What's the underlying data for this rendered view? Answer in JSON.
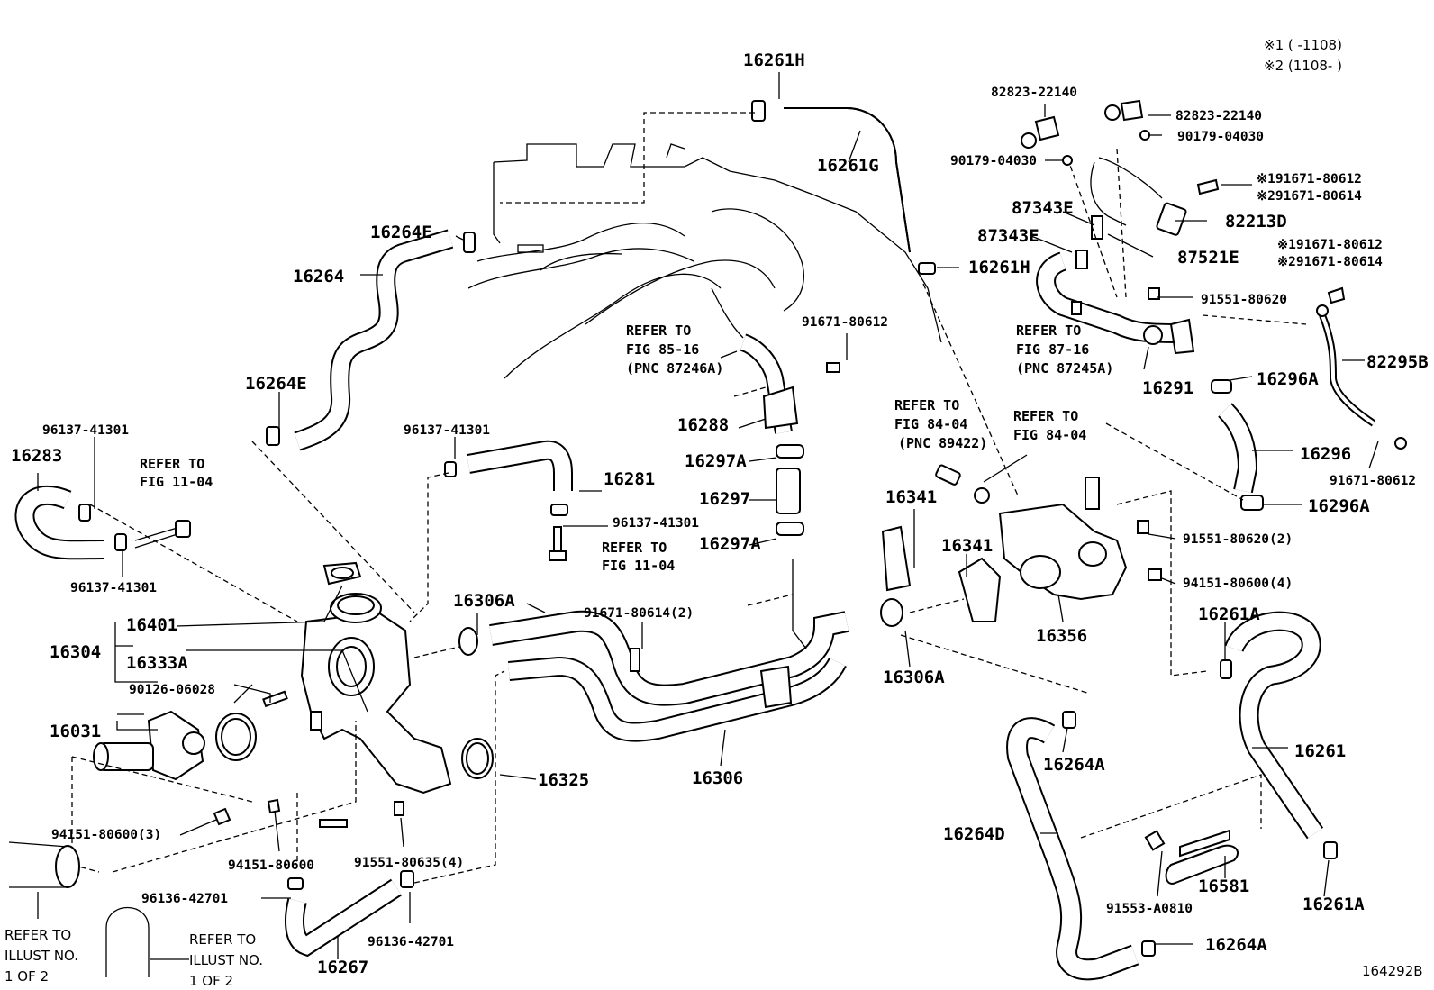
{
  "notes": {
    "note1": "※1 (    -1108)",
    "note2": "※2 (1108-    )"
  },
  "figure_id": "164292B",
  "labels": {
    "p16261H_top": "16261H",
    "p16261G": "16261G",
    "p16264E_top": "16264E",
    "p16264": "16264",
    "p16264E_mid": "16264E",
    "p16283": "16283",
    "p96137_a": "96137-41301",
    "p96137_b": "96137-41301",
    "p96137_c": "96137-41301",
    "p96137_d": "96137-41301",
    "p16281": "16281",
    "p16288": "16288",
    "p91671_80612_mid": "91671-80612",
    "p16297A_top": "16297A",
    "p16297": "16297",
    "p16297A_bot": "16297A",
    "p16306A_left": "16306A",
    "p91671_80614_2": "91671-80614(2)",
    "p16401": "16401",
    "p16304": "16304",
    "p16333A": "16333A",
    "p90126": "90126-06028",
    "p16031": "16031",
    "p94151_3": "94151-80600(3)",
    "p94151_single": "94151-80600",
    "p91551_80635": "91551-80635(4)",
    "p16325": "16325",
    "p16306": "16306",
    "p96136_left": "96136-42701",
    "p96136_right": "96136-42701",
    "p16267": "16267",
    "p82823_left": "82823-22140",
    "p82823_right": "82823-22140",
    "p90179_left": "90179-04030",
    "p90179_right": "90179-04030",
    "p91671_80612_r1": "※191671-80612",
    "p91671_80614_r1": "※291671-80614",
    "p87343E_1": "87343E",
    "p87343E_2": "87343E",
    "p82213D": "82213D",
    "p16261H_right": "16261H",
    "p87521E": "87521E",
    "p91671_80612_r2": "※191671-80612",
    "p91671_80614_r2": "※291671-80614",
    "p91551_80620": "91551-80620",
    "p16291": "16291",
    "p16296A_top": "16296A",
    "p82295B": "82295B",
    "p16296": "16296",
    "p91671_80612_r3": "91671-80612",
    "p16296A_bot": "16296A",
    "p16341_top": "16341",
    "p16341_mid": "16341",
    "p91551_80620_2": "91551-80620(2)",
    "p94151_4": "94151-80600(4)",
    "p16356": "16356",
    "p16306A_right": "16306A",
    "p16261A_top": "16261A",
    "p16264A_top": "16264A",
    "p16261": "16261",
    "p16264D": "16264D",
    "p16581": "16581",
    "p91553": "91553-A0810",
    "p16261A_bot": "16261A",
    "p16264A_bot": "16264A"
  },
  "refs": {
    "ref_fig11_a": [
      "REFER TO",
      "FIG 11-04"
    ],
    "ref_fig11_b": [
      "REFER TO",
      "FIG 11-04"
    ],
    "ref_fig85": [
      "REFER TO",
      "FIG 85-16",
      "(PNC 87246A)"
    ],
    "ref_fig87": [
      "REFER TO",
      "FIG 87-16",
      "(PNC 87245A)"
    ],
    "ref_fig84_a": [
      "REFER TO",
      "FIG 84-04",
      "(PNC 89422)"
    ],
    "ref_fig84_b": [
      "REFER TO",
      "FIG 84-04"
    ],
    "ref_illust_a": [
      "REFER TO",
      "ILLUST NO.",
      "1 OF 2"
    ],
    "ref_illust_b": [
      "REFER TO",
      "ILLUST NO.",
      "1 OF 2"
    ]
  }
}
